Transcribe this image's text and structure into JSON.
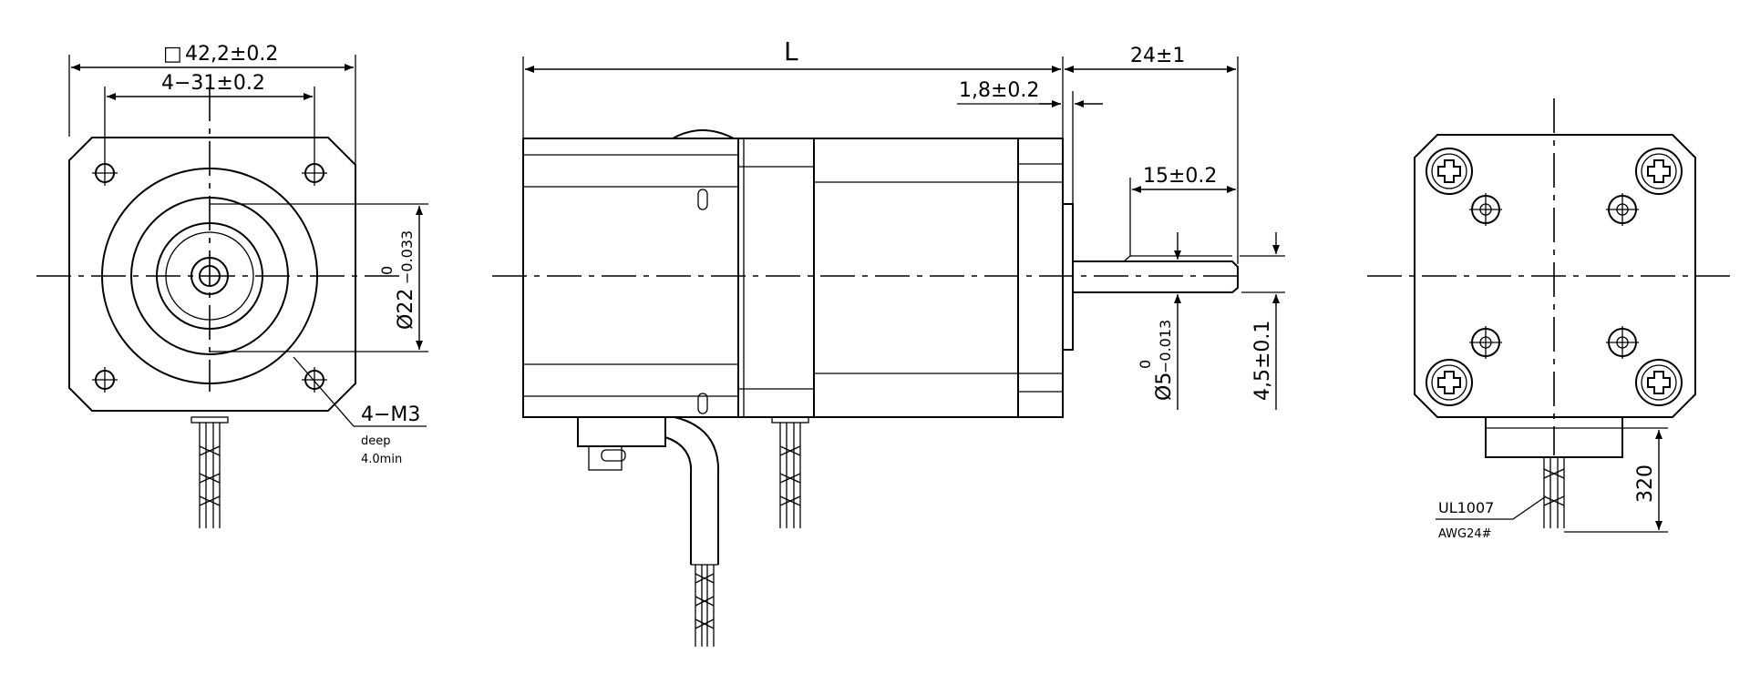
{
  "front_view": {
    "square_symbol": "□",
    "flange_size": "42,2±0.2",
    "hole_pitch": "4−31±0.2",
    "boss_dia": "Ø22",
    "boss_tol_upper": "0",
    "boss_tol_lower": "−0.033",
    "thread": "4−M3",
    "thread_note_1": "deep",
    "thread_note_2": "4.0min"
  },
  "side_view": {
    "length": "L",
    "shaft_length": "24±1",
    "step": "1,8±0.2",
    "flat_length": "15±0.2",
    "shaft_dia": "Ø5",
    "shaft_tol_upper": "0",
    "shaft_tol_lower": "−0.013",
    "flat_dim": "4,5±0.1"
  },
  "rear_view": {
    "wire_spec_1": "UL1007",
    "wire_spec_2": "AWG24#",
    "lead_length": "320"
  }
}
